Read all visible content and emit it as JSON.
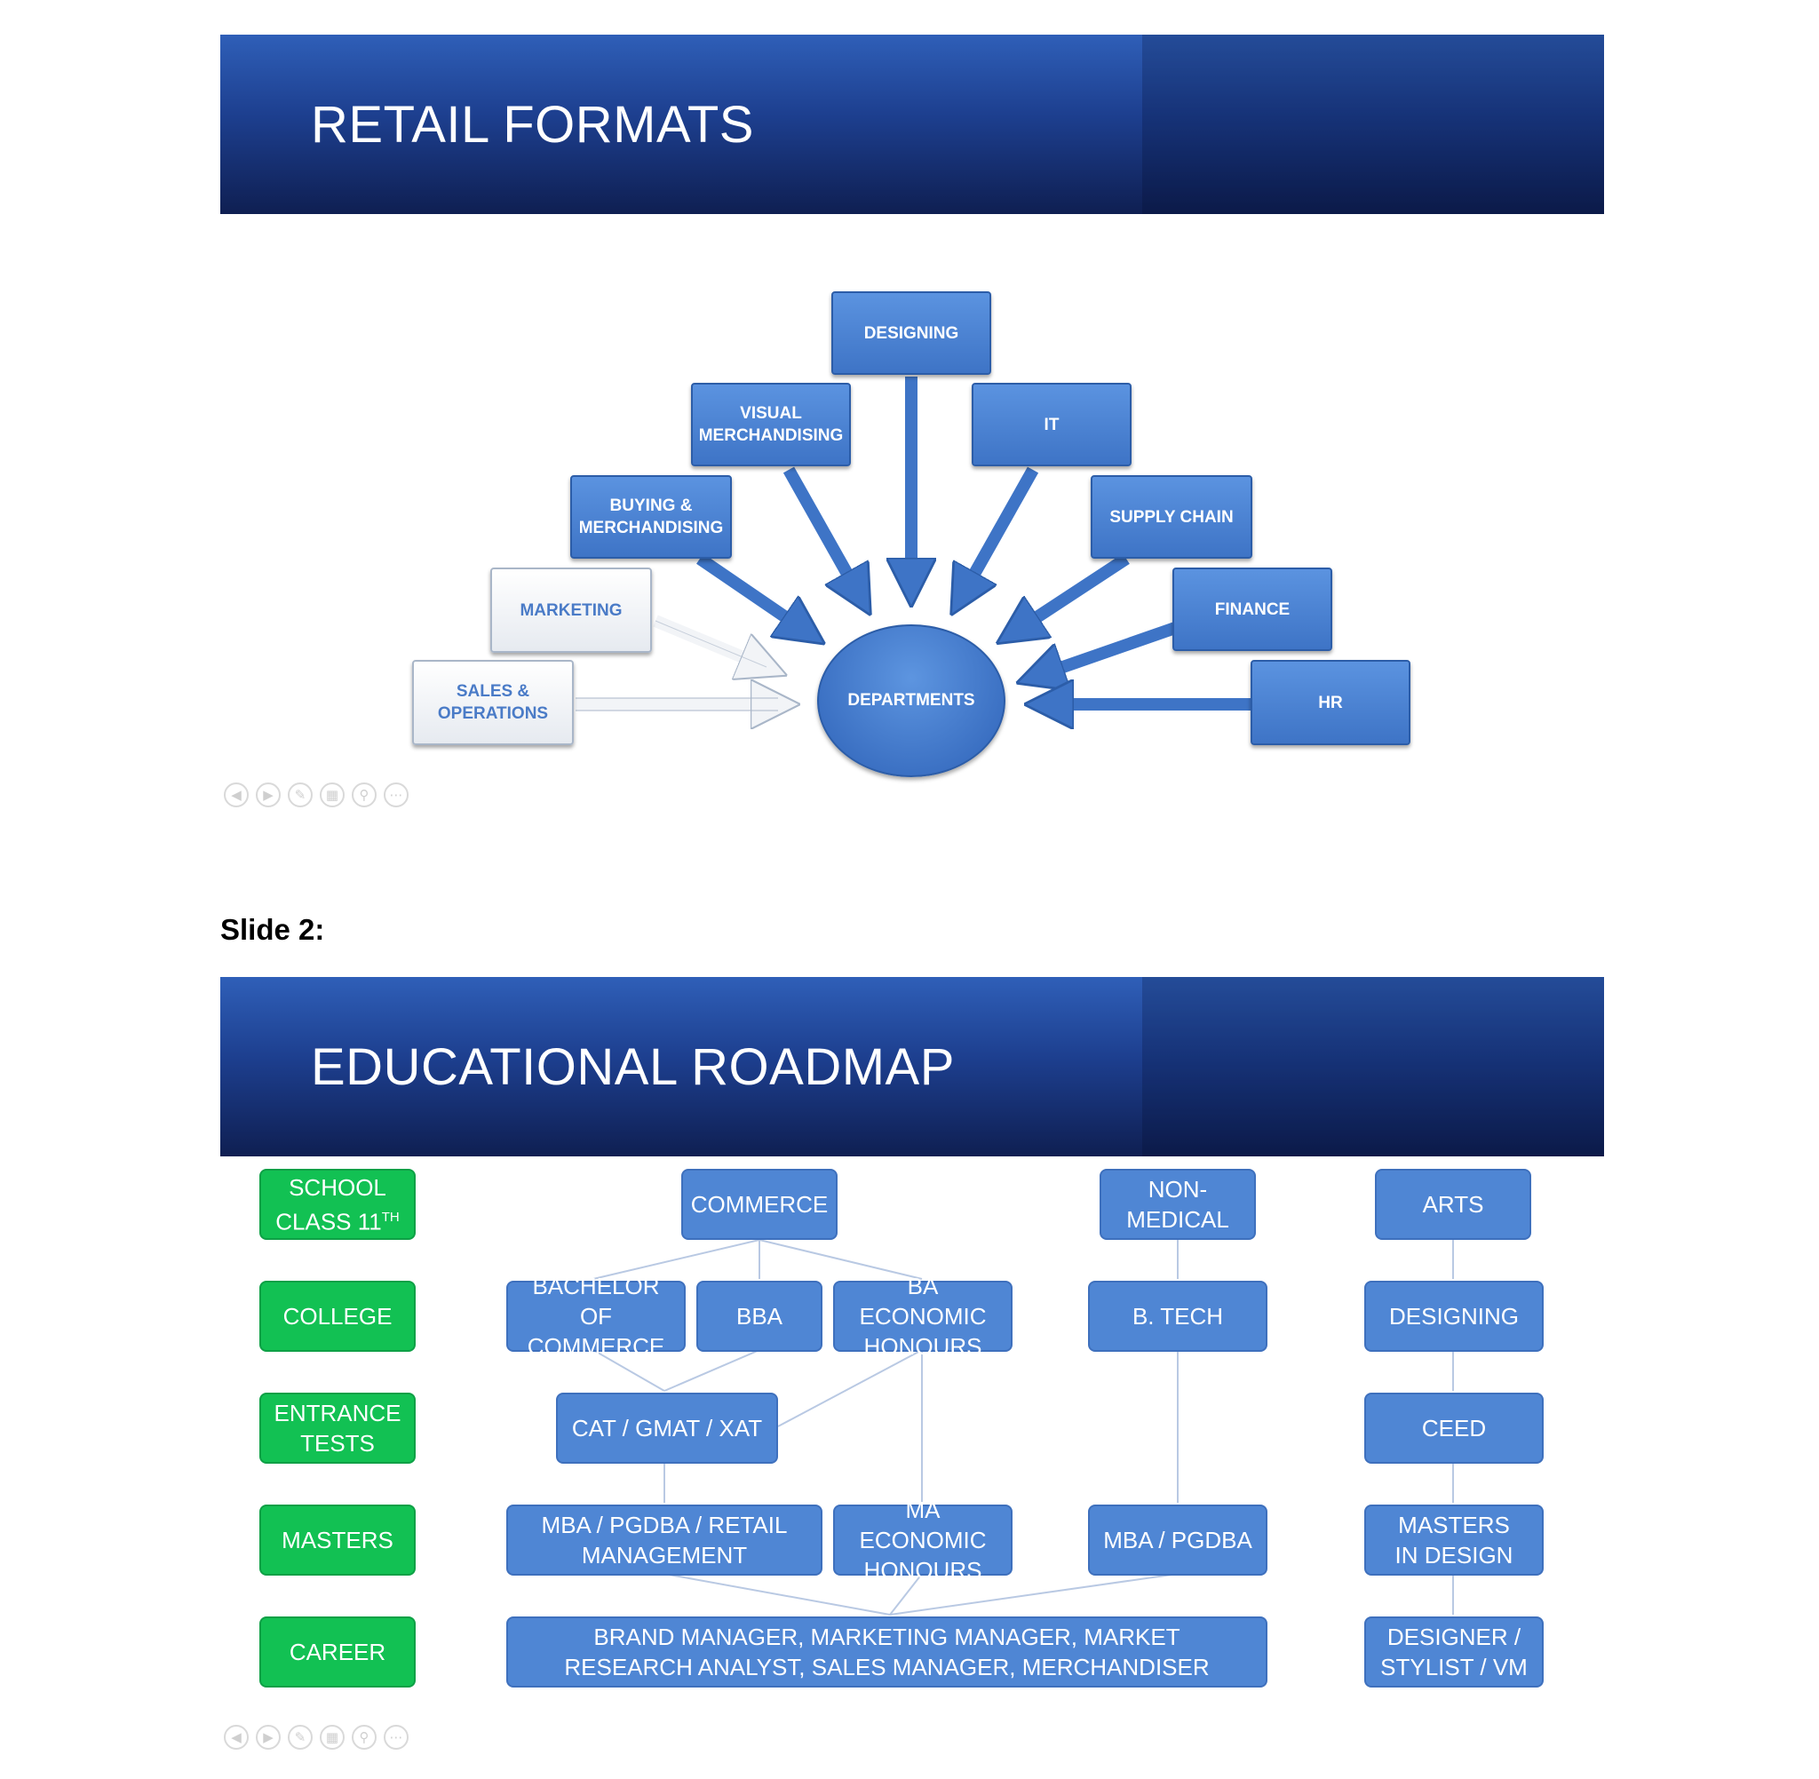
{
  "slide1": {
    "title": "RETAIL FORMATS",
    "hub": "DEPARTMENTS",
    "departments": {
      "designing": "DESIGNING",
      "visual_merchandising": "VISUAL MERCHANDISING",
      "it": "IT",
      "buying_merchandising": "BUYING & MERCHANDISING",
      "supply_chain": "SUPPLY CHAIN",
      "marketing": "MARKETING",
      "finance": "FINANCE",
      "sales_operations": "SALES & OPERATIONS",
      "hr": "HR"
    }
  },
  "slide2_label": "Slide 2:",
  "slide2": {
    "title": "EDUCATIONAL ROADMAP",
    "stages": {
      "school_prefix": "SCHOOL CLASS 11",
      "school_sup": "TH",
      "college": "COLLEGE",
      "entrance": "ENTRANCE TESTS",
      "masters": "MASTERS",
      "career": "CAREER"
    },
    "streams": {
      "commerce": "COMMERCE",
      "non_medical": "NON-MEDICAL",
      "arts": "ARTS"
    },
    "college": {
      "bcom": "BACHELOR OF COMMERCE",
      "bba": "BBA",
      "ba_econ": "BA ECONOMIC HONOURS",
      "btech": "B. TECH",
      "designing": "DESIGNING"
    },
    "entrance": {
      "cat": "CAT / GMAT / XAT",
      "ceed": "CEED"
    },
    "masters": {
      "mba_retail": "MBA / PGDBA / RETAIL MANAGEMENT",
      "ma_econ": "MA ECONOMIC HONOURS",
      "mba_pgdba": "MBA / PGDBA",
      "mdes": "MASTERS IN DESIGN"
    },
    "career": {
      "business": "BRAND MANAGER, MARKETING MANAGER, MARKET RESEARCH ANALYST, SALES MANAGER, MERCHANDISER",
      "design": "DESIGNER / STYLIST / VM"
    }
  },
  "nav_icons": [
    "prev-icon",
    "next-icon",
    "pen-icon",
    "slides-icon",
    "zoom-icon",
    "more-icon"
  ],
  "colors": {
    "banner": "#1d3f8f",
    "box_blue": "#4f86d4",
    "box_green": "#12c153"
  }
}
